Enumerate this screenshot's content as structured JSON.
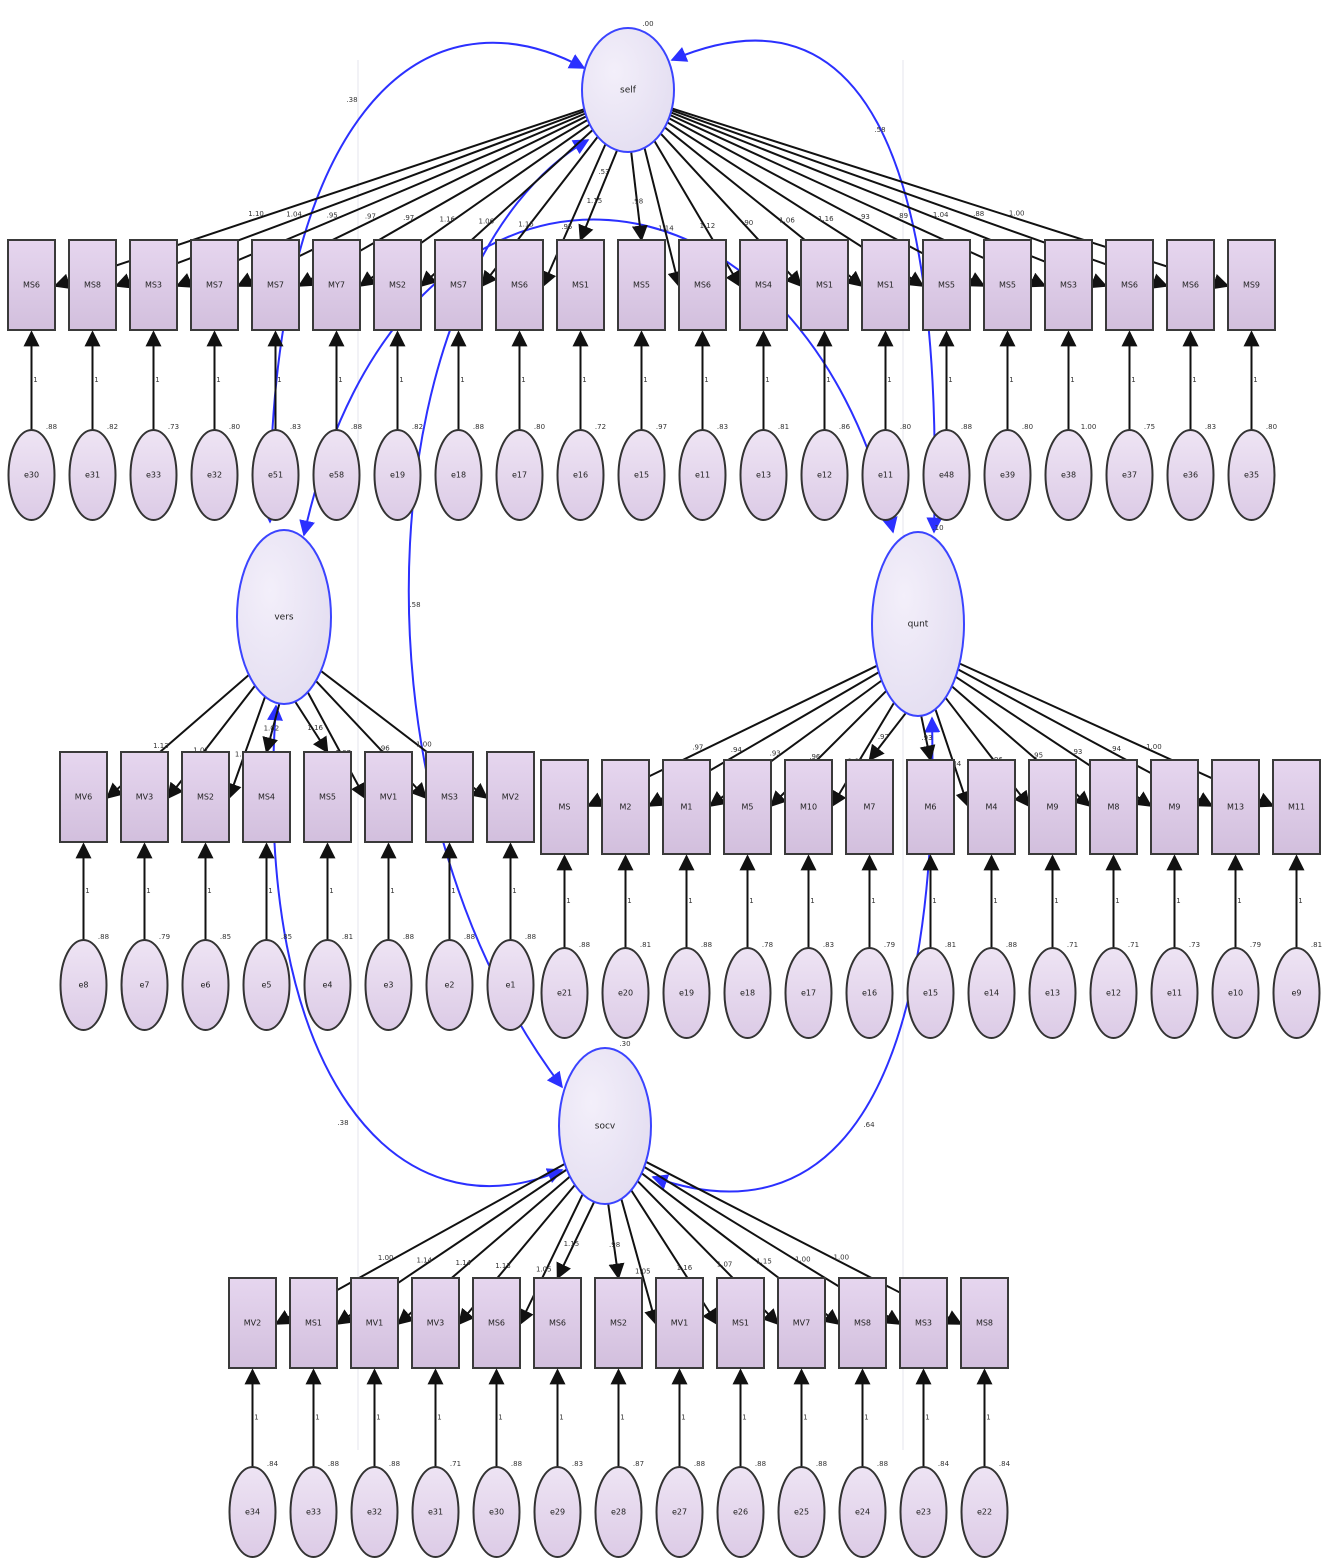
{
  "colors": {
    "box_fill_top": "#e6d6ef",
    "box_fill_bottom": "#d2bfdd",
    "latent_fill": "#e2dcf0",
    "error_fill": "#dccbe6",
    "covariance_stroke": "#2b30ff",
    "loading_stroke": "#111111"
  },
  "latents": [
    {
      "id": "self",
      "label": "self",
      "variance": ".00"
    },
    {
      "id": "vers",
      "label": "vers",
      "variance": ""
    },
    {
      "id": "qunt",
      "label": "qunt",
      "variance": ".10"
    },
    {
      "id": "socv",
      "label": "socv",
      "variance": ".30"
    }
  ],
  "groups": [
    {
      "latent": "self",
      "items": [
        {
          "label": "MS6",
          "loading": "1.10",
          "error": "e30",
          "errvar": ".88"
        },
        {
          "label": "MS8",
          "loading": "1.04",
          "error": "e31",
          "errvar": ".82"
        },
        {
          "label": "MS3",
          "loading": ".95",
          "error": "e33",
          "errvar": ".73"
        },
        {
          "label": "MS7",
          "loading": ".97",
          "error": "e32",
          "errvar": ".80"
        },
        {
          "label": "MS7",
          "loading": ".97",
          "error": "e51",
          "errvar": ".83"
        },
        {
          "label": "MY7",
          "loading": "1.16",
          "error": "e58",
          "errvar": ".88"
        },
        {
          "label": "MS2",
          "loading": "1.06",
          "error": "e19",
          "errvar": ".82"
        },
        {
          "label": "MS7",
          "loading": "1.15",
          "error": "e18",
          "errvar": ".88"
        },
        {
          "label": "MS6",
          "loading": ".95",
          "error": "e17",
          "errvar": ".80"
        },
        {
          "label": "MS1",
          "loading": "1.15",
          "error": "e16",
          "errvar": ".72"
        },
        {
          "label": "MS5",
          "loading": ".98",
          "error": "e15",
          "errvar": ".97"
        },
        {
          "label": "MS6",
          "loading": "1.14",
          "error": "e11",
          "errvar": ".83"
        },
        {
          "label": "MS4",
          "loading": "1.12",
          "error": "e13",
          "errvar": ".81"
        },
        {
          "label": "MS1",
          "loading": ".90",
          "error": "e12",
          "errvar": ".86"
        },
        {
          "label": "MS1",
          "loading": "1.06",
          "error": "e11",
          "errvar": ".80"
        },
        {
          "label": "MS5",
          "loading": "1.16",
          "error": "e48",
          "errvar": ".88"
        },
        {
          "label": "MS5",
          "loading": ".93",
          "error": "e39",
          "errvar": ".80"
        },
        {
          "label": "MS3",
          "loading": ".89",
          "error": "e38",
          "errvar": "1.00"
        },
        {
          "label": "MS6",
          "loading": "1.04",
          "error": "e37",
          "errvar": ".75"
        },
        {
          "label": "MS6",
          "loading": ".88",
          "error": "e36",
          "errvar": ".83"
        },
        {
          "label": "MS9",
          "loading": "1.00",
          "error": "e35",
          "errvar": ".80"
        }
      ]
    },
    {
      "latent": "vers",
      "items": [
        {
          "label": "MV6",
          "loading": "1.13",
          "error": "e8",
          "errvar": ".88"
        },
        {
          "label": "MV3",
          "loading": "1.01",
          "error": "e7",
          "errvar": ".79"
        },
        {
          "label": "MS2",
          "loading": "1.13",
          "error": "e6",
          "errvar": ".85"
        },
        {
          "label": "MS4",
          "loading": "1.02",
          "error": "e5",
          "errvar": ".85"
        },
        {
          "label": "MS5",
          "loading": "1.16",
          "error": "e4",
          "errvar": ".81"
        },
        {
          "label": "MV1",
          "loading": "1.07",
          "error": "e3",
          "errvar": ".88"
        },
        {
          "label": "MS3",
          "loading": ".96",
          "error": "e2",
          "errvar": ".88"
        },
        {
          "label": "MV2",
          "loading": "1.00",
          "error": "e1",
          "errvar": ".88"
        }
      ]
    },
    {
      "latent": "qunt",
      "items": [
        {
          "label": "MS",
          "loading": ".97",
          "error": "e21",
          "errvar": ".88"
        },
        {
          "label": "M2",
          "loading": ".94",
          "error": "e20",
          "errvar": ".81"
        },
        {
          "label": "M1",
          "loading": ".93",
          "error": "e19",
          "errvar": ".88"
        },
        {
          "label": "M5",
          "loading": ".96",
          "error": "e18",
          "errvar": ".78"
        },
        {
          "label": "M10",
          "loading": "1.00",
          "error": "e17",
          "errvar": ".83"
        },
        {
          "label": "M7",
          "loading": ".97",
          "error": "e16",
          "errvar": ".79"
        },
        {
          "label": "M6",
          "loading": ".93",
          "error": "e15",
          "errvar": ".81"
        },
        {
          "label": "M4",
          "loading": ".84",
          "error": "e14",
          "errvar": ".88"
        },
        {
          "label": "M9",
          "loading": ".96",
          "error": "e13",
          "errvar": ".71"
        },
        {
          "label": "M8",
          "loading": ".95",
          "error": "e12",
          "errvar": ".71"
        },
        {
          "label": "M9",
          "loading": ".93",
          "error": "e11",
          "errvar": ".73"
        },
        {
          "label": "M13",
          "loading": ".94",
          "error": "e10",
          "errvar": ".79"
        },
        {
          "label": "M11",
          "loading": "1.00",
          "error": "e9",
          "errvar": ".81"
        }
      ]
    },
    {
      "latent": "socv",
      "items": [
        {
          "label": "MV2",
          "loading": "1.00",
          "error": "e34",
          "errvar": ".84"
        },
        {
          "label": "MS1",
          "loading": "1.14",
          "error": "e33",
          "errvar": ".88"
        },
        {
          "label": "MV1",
          "loading": "1.14",
          "error": "e32",
          "errvar": ".88"
        },
        {
          "label": "MV3",
          "loading": "1.13",
          "error": "e31",
          "errvar": ".71"
        },
        {
          "label": "MS6",
          "loading": "1.05",
          "error": "e30",
          "errvar": ".88"
        },
        {
          "label": "MS6",
          "loading": "1.15",
          "error": "e29",
          "errvar": ".83"
        },
        {
          "label": "MS2",
          "loading": ".98",
          "error": "e28",
          "errvar": ".87"
        },
        {
          "label": "MV1",
          "loading": "1.05",
          "error": "e27",
          "errvar": ".88"
        },
        {
          "label": "MS1",
          "loading": "1.16",
          "error": "e26",
          "errvar": ".88"
        },
        {
          "label": "MV7",
          "loading": "1.07",
          "error": "e25",
          "errvar": ".88"
        },
        {
          "label": "MS8",
          "loading": "1.15",
          "error": "e24",
          "errvar": ".88"
        },
        {
          "label": "MS3",
          "loading": "1.00",
          "error": "e23",
          "errvar": ".84"
        },
        {
          "label": "MS8",
          "loading": "1.00",
          "error": "e22",
          "errvar": ".84"
        }
      ]
    }
  ],
  "covariances": [
    {
      "from": "self",
      "to": "vers",
      "value": ".38"
    },
    {
      "from": "self",
      "to": "qunt",
      "value": ".58"
    },
    {
      "from": "self",
      "to": "socv",
      "value": ".58"
    },
    {
      "from": "vers",
      "to": "qunt",
      "value": ".53"
    },
    {
      "from": "vers",
      "to": "socv",
      "value": ".38"
    },
    {
      "from": "qunt",
      "to": "socv",
      "value": ".64"
    }
  ],
  "error_path_label": "1"
}
